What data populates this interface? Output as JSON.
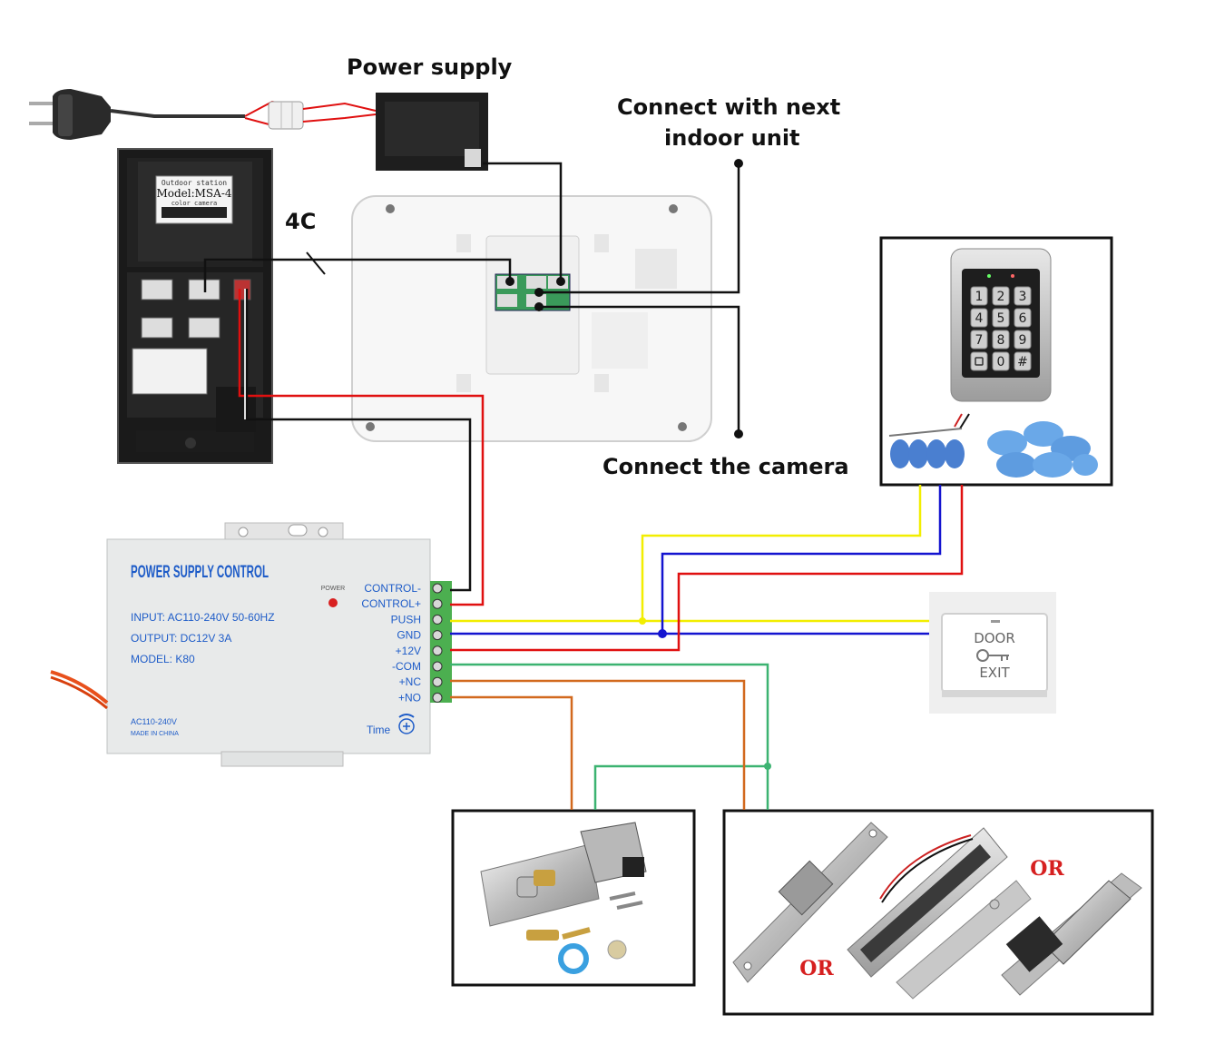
{
  "labels": {
    "power_supply": "Power supply",
    "connect_next_line1": "Connect with next",
    "connect_next_line2": "indoor unit",
    "connect_camera": "Connect the camera",
    "four_c": "4C"
  },
  "outdoor_station": {
    "line1": "Outdoor station",
    "line2": "Model:MSA-4",
    "line3": "color camera"
  },
  "psc": {
    "title": "POWER SUPPLY CONTROL",
    "power": "POWER",
    "input": "INPUT: AC110-240V 50-60HZ",
    "output": "OUTPUT: DC12V  3A",
    "model": "MODEL: K80",
    "ac": "AC110-240V",
    "made": "MADE IN CHINA",
    "time": "Time",
    "terminals": [
      "CONTROL-",
      "CONTROL+",
      "PUSH",
      "GND",
      "+12V",
      "-COM",
      "+NC",
      "+NO"
    ]
  },
  "keypad_keys": [
    "1",
    "2",
    "3",
    "4",
    "5",
    "6",
    "7",
    "8",
    "9",
    "",
    "0",
    "#"
  ],
  "exit_button": {
    "line1": "DOOR",
    "line2": "EXIT"
  },
  "or_labels": {
    "or1": "OR",
    "or2": "OR"
  },
  "colors": {
    "red": "#e01010",
    "black": "#111111",
    "yellow": "#f2ee00",
    "blue": "#1414d0",
    "green": "#3cb371",
    "orange": "#d2691e"
  }
}
